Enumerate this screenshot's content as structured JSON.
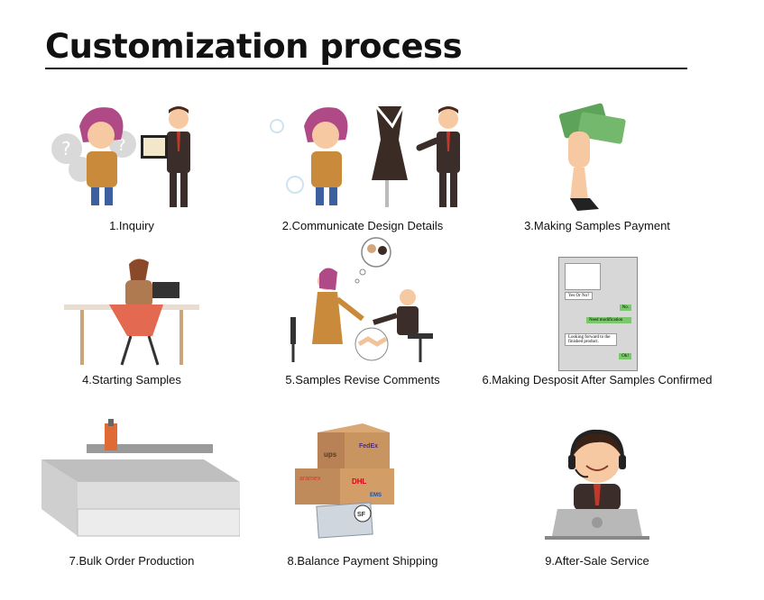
{
  "title": "Customization process",
  "colors": {
    "hair": "#b04a86",
    "suit": "#3a2d2a",
    "skin": "#f6c9a3",
    "tie": "#c0392b",
    "box": "#c89560",
    "money": "#5ea35a",
    "chat": "#7bc86c",
    "machine": "#d6d6d6"
  },
  "steps": [
    {
      "label": "1.Inquiry",
      "icon": "inquiry-icon"
    },
    {
      "label": "2.Communicate Design Details",
      "icon": "design-discussion-icon"
    },
    {
      "label": "3.Making Samples Payment",
      "icon": "money-hand-icon"
    },
    {
      "label": "4.Starting Samples",
      "icon": "sewing-icon"
    },
    {
      "label": "5.Samples Revise Comments",
      "icon": "handshake-icon"
    },
    {
      "label": "6.Making Desposit After Samples Confirmed",
      "icon": "chat-screen-icon"
    },
    {
      "label": "7.Bulk Order Production",
      "icon": "cutting-machine-icon"
    },
    {
      "label": "8.Balance Payment Shipping",
      "icon": "shipping-boxes-icon"
    },
    {
      "label": "9.After-Sale Service",
      "icon": "support-agent-icon"
    }
  ],
  "chat": {
    "bubble1": "Yes Or No?",
    "bubble2": "No.",
    "bubble3": "Need modification",
    "bubble4": "Looking forward to the finished product.",
    "bubble5": "Ok!"
  },
  "boxes": {
    "ups": "ups",
    "fedex": "FedEx",
    "aramex": "aramex",
    "dhl": "DHL",
    "ems": "EMS",
    "sf": "SF"
  }
}
